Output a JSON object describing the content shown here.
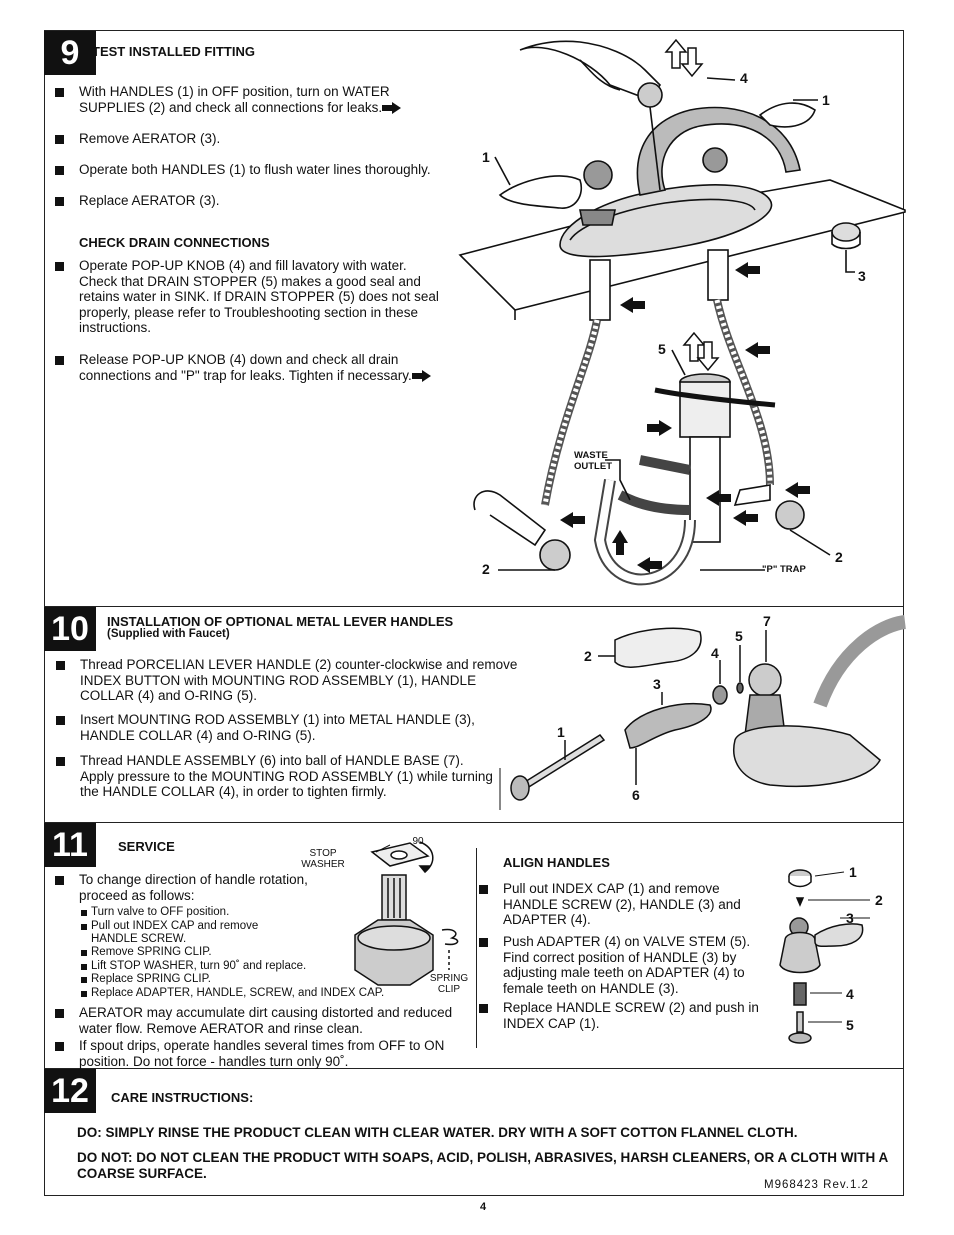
{
  "sections": {
    "s9": {
      "number": "9",
      "title": "TEST INSTALLED FITTING",
      "bullets": [
        "With HANDLES (1) in OFF position, turn on WATER SUPPLIES (2) and check all connections for leaks.",
        "Remove AERATOR (3).",
        "Operate both HANDLES (1) to flush water lines thoroughly.",
        "Replace AERATOR (3)."
      ],
      "drain_title": "CHECK DRAIN CONNECTIONS",
      "drain_bullets": [
        "Operate POP-UP KNOB (4) and fill lavatory with water. Check that DRAIN STOPPER (5) makes a good seal and retains water in SINK. If DRAIN STOPPER (5) does not seal properly, please refer to Troubleshooting section in these instructions.",
        "Release POP-UP KNOB (4) down and check all drain connections and \"P\" trap for leaks. Tighten if necessary."
      ],
      "callouts": [
        "4",
        "1",
        "1",
        "3",
        "5",
        "2",
        "2"
      ],
      "labels": {
        "waste": "WASTE",
        "outlet": "OUTLET",
        "ptrap": "\"P\" TRAP"
      }
    },
    "s10": {
      "number": "10",
      "title": "INSTALLATION OF OPTIONAL METAL LEVER HANDLES",
      "subtitle": "(Supplied with Faucet)",
      "bullets": [
        "Thread PORCELIAN LEVER HANDLE (2) counter-clockwise and remove INDEX BUTTON with MOUNTING ROD ASSEMBLY (1), HANDLE COLLAR (4) and O-RING (5).",
        "Insert MOUNTING ROD ASSEMBLY (1) into METAL HANDLE (3), HANDLE COLLAR (4) and O-RING (5).",
        "Thread HANDLE ASSEMBLY (6) into ball of HANDLE BASE (7). Apply pressure to the MOUNTING ROD ASSEMBLY (1) while turning the HANDLE COLLAR (4), in order to tighten firmly."
      ],
      "callouts": [
        "7",
        "5",
        "2",
        "4",
        "3",
        "1",
        "6"
      ]
    },
    "s11": {
      "number": "11",
      "title": "SERVICE",
      "intro": "To change direction of handle rotation, proceed as follows:",
      "steps": [
        "Turn valve to OFF position.",
        "Pull out INDEX CAP and remove HANDLE SCREW.",
        "Remove SPRING CLIP.",
        "Lift STOP WASHER, turn 90˚ and replace.",
        "Replace SPRING CLIP.",
        "Replace ADAPTER, HANDLE, SCREW, and INDEX CAP."
      ],
      "bullets": [
        "AERATOR may accumulate dirt causing distorted and reduced water flow.  Remove AERATOR and rinse clean.",
        "If spout drips, operate handles several times from OFF to ON position.  Do not force - handles turn only 90˚."
      ],
      "labels": {
        "stop": "STOP",
        "washer": "WASHER",
        "ninety": "90",
        "spring": "SPRING",
        "clip": "CLIP"
      },
      "align_title": "ALIGN HANDLES",
      "align_bullets": [
        "Pull out INDEX CAP (1) and remove HANDLE SCREW (2), HANDLE (3) and ADAPTER (4).",
        "Push ADAPTER (4) on VALVE STEM (5). Find correct position of HANDLE (3) by adjusting male teeth on ADAPTER (4) to female teeth on HANDLE (3).",
        "Replace HANDLE SCREW (2) and push in INDEX CAP (1)."
      ],
      "callouts": [
        "1",
        "2",
        "3",
        "4",
        "5"
      ]
    },
    "s12": {
      "number": "12",
      "title": "CARE INSTRUCTIONS:",
      "do": "DO: SIMPLY RINSE THE PRODUCT CLEAN WITH  CLEAR WATER. DRY WITH A SOFT COTTON FLANNEL CLOTH.",
      "dont": "DO NOT: DO NOT CLEAN THE PRODUCT WITH SOAPS, ACID, POLISH, ABRASIVES, HARSH CLEANERS, OR A CLOTH WITH A COARSE SURFACE."
    }
  },
  "footer": {
    "doc_code": "M968423 Rev.1.2",
    "page": "4"
  }
}
